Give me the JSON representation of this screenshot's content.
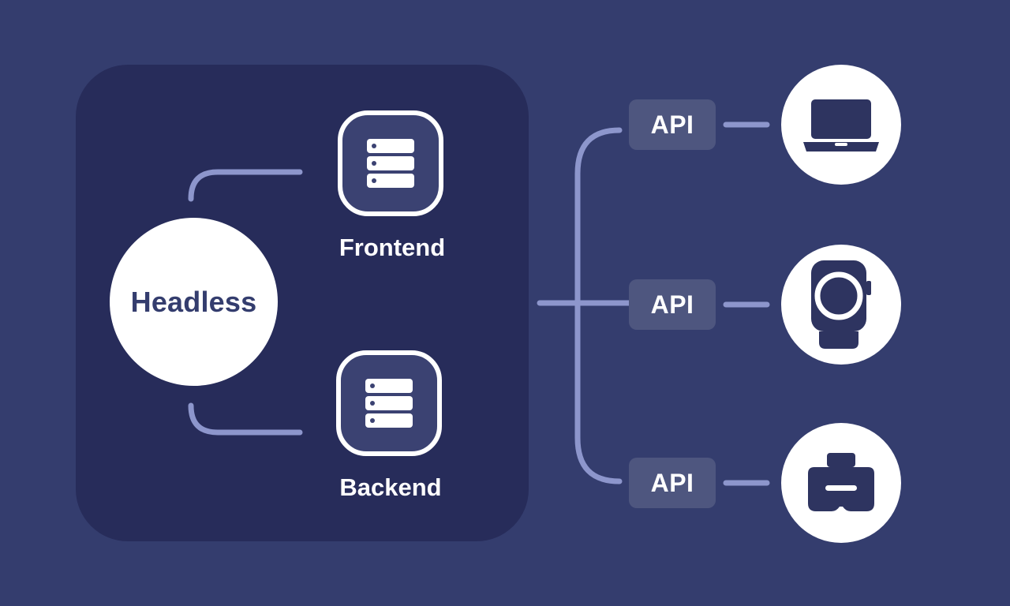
{
  "diagram": {
    "center": {
      "label": "Headless"
    },
    "components": [
      {
        "label": "Frontend",
        "icon": "server-stack-icon"
      },
      {
        "label": "Backend",
        "icon": "server-stack-icon"
      }
    ],
    "apis": [
      {
        "label": "API",
        "device_icon": "laptop-icon"
      },
      {
        "label": "API",
        "device_icon": "smartwatch-icon"
      },
      {
        "label": "API",
        "device_icon": "vr-headset-icon"
      }
    ]
  },
  "colors": {
    "background": "#343d6e",
    "panel": "#272c5a",
    "connector": "#8d96cc",
    "api_badge": "#4e567f",
    "foreground": "#ffffff"
  }
}
